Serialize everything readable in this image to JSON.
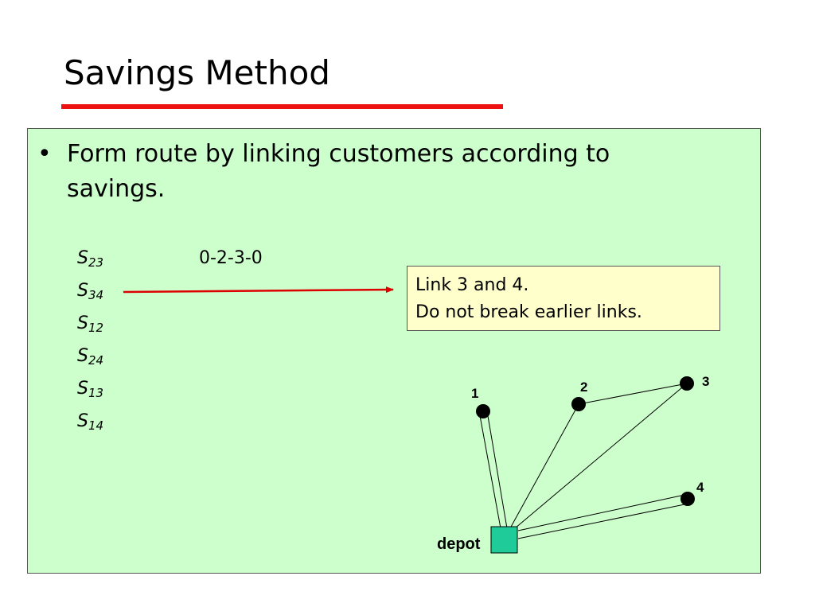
{
  "slide": {
    "title": "Savings Method",
    "bullet": "Form route by linking customers according to savings.",
    "savings": [
      {
        "symbol": "S",
        "sub": "23"
      },
      {
        "symbol": "S",
        "sub": "34"
      },
      {
        "symbol": "S",
        "sub": "12"
      },
      {
        "symbol": "S",
        "sub": "24"
      },
      {
        "symbol": "S",
        "sub": "13"
      },
      {
        "symbol": "S",
        "sub": "14"
      }
    ],
    "route": "0-2-3-0",
    "callout": {
      "line1": "Link 3 and 4.",
      "line2": "Do not break earlier links."
    }
  },
  "network": {
    "nodes": {
      "n1": "1",
      "n2": "2",
      "n3": "3",
      "n4": "4",
      "depot": "depot"
    }
  },
  "colors": {
    "title_underline": "#ee1111",
    "content_bg": "#ccffcc",
    "callout_bg": "#ffffcc",
    "arrow": "#dd0000",
    "depot_fill": "#1fcc99"
  }
}
